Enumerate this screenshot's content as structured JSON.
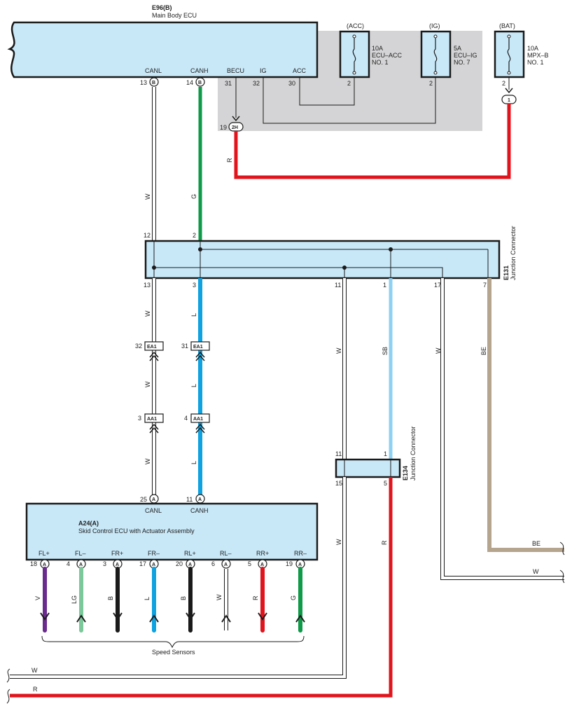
{
  "colors": {
    "ecu_fill": "#c8e8f8",
    "fuse_area_fill": "#d4d4d6",
    "wire_red": "#e0141c",
    "wire_green": "#0e9a48",
    "wire_blue": "#0ea2e0",
    "wire_light_blue": "#8ed0f2",
    "wire_beige": "#b5a48e",
    "wire_violet": "#6a2a8e",
    "wire_light_green": "#7cc89a",
    "wire_black": "#1a1a1a"
  },
  "main_ecu": {
    "code": "E96(B)",
    "name": "Main Body ECU",
    "terminals": {
      "canl": "CANL",
      "canh": "CANH",
      "becu": "BECU",
      "ig": "IG",
      "acc": "ACC"
    },
    "pins": {
      "canl": "13",
      "canh": "14",
      "becu": "31",
      "ig": "32",
      "acc": "30",
      "canl_conn": "B",
      "canh_conn": "B"
    }
  },
  "fuses": [
    {
      "supply": "(ACC)",
      "rating": "10A",
      "name": "ECU–ACC",
      "no": "NO. 1",
      "pin": "2"
    },
    {
      "supply": "(IG)",
      "rating": "5A",
      "name": "ECU–IG",
      "no": "NO. 7",
      "pin": "2"
    },
    {
      "supply": "(BAT)",
      "rating": "10A",
      "name": "MPX–B",
      "no": "NO. 1",
      "pin": "2",
      "conn": "1"
    }
  ],
  "conn_2h": {
    "pin": "19",
    "label": "2H"
  },
  "wire_codes": {
    "red": "R",
    "white": "W",
    "green": "G",
    "blue": "L",
    "light_blue": "SB",
    "beige": "BE"
  },
  "e131": {
    "code": "E131",
    "name": "Junction Connector",
    "top_pins": {
      "w": "12",
      "g": "2"
    },
    "bottom_pins": {
      "w": "13",
      "l": "3",
      "p11": "11",
      "p1": "1",
      "p17": "17",
      "p7": "7"
    }
  },
  "ea1": {
    "label": "EA1",
    "pin_w": "32",
    "pin_l": "31"
  },
  "aa1": {
    "label": "AA1",
    "pin_w": "3",
    "pin_l": "4"
  },
  "e134": {
    "code": "E134",
    "name": "Junction Connector",
    "top_pins": {
      "w": "11",
      "sb": "1"
    },
    "bottom_pins": {
      "w": "15",
      "r": "5"
    }
  },
  "skid_ecu": {
    "code": "A24(A)",
    "name": "Skid Control ECU with Actuator Assembly",
    "top_terminals": {
      "canl": "CANL",
      "canh": "CANH"
    },
    "top_pins": {
      "canl": "25",
      "canh": "11"
    },
    "conn": "A",
    "sensors": [
      {
        "terminal": "FL+",
        "pin": "18",
        "wire": "V"
      },
      {
        "terminal": "FL–",
        "pin": "4",
        "wire": "LG"
      },
      {
        "terminal": "FR+",
        "pin": "3",
        "wire": "B"
      },
      {
        "terminal": "FR–",
        "pin": "17",
        "wire": "L"
      },
      {
        "terminal": "RL+",
        "pin": "20",
        "wire": "B"
      },
      {
        "terminal": "RL–",
        "pin": "6",
        "wire": "W"
      },
      {
        "terminal": "RR+",
        "pin": "5",
        "wire": "R"
      },
      {
        "terminal": "RR–",
        "pin": "19",
        "wire": "G"
      }
    ],
    "sensors_label": "Speed Sensors"
  },
  "right_exits": {
    "beige": "BE",
    "white": "W"
  },
  "bottom_exits": {
    "white": "W",
    "red": "R"
  }
}
